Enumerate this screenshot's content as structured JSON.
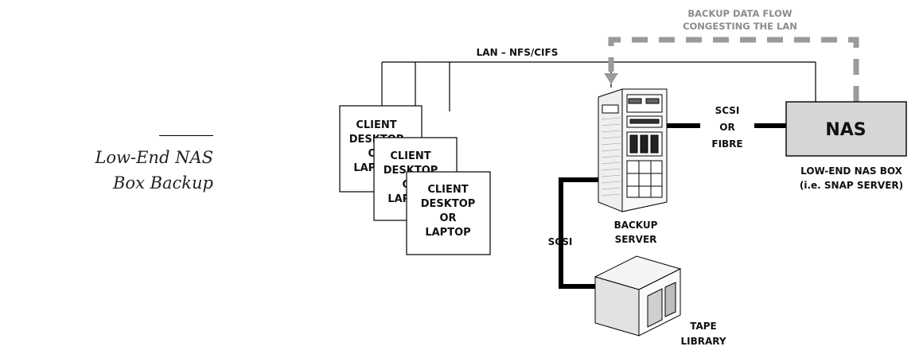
{
  "caption": {
    "line1": "Low-End NAS",
    "line2": "Box Backup"
  },
  "labels": {
    "lan": "LAN – NFS/CIFS",
    "backup_flow_1": "BACKUP DATA FLOW",
    "backup_flow_2": "CONGESTING THE LAN",
    "scsi_fibre_1": "SCSI",
    "scsi_fibre_2": "OR",
    "scsi_fibre_3": "FIBRE",
    "nas": "NAS",
    "nas_box_1": "LOW-END NAS BOX",
    "nas_box_2": "(i.e. SNAP SERVER)",
    "backup_server_1": "BACKUP",
    "backup_server_2": "SERVER",
    "scsi": "SCSI",
    "tape_1": "TAPE",
    "tape_2": "LIBRARY"
  },
  "clients": [
    {
      "l1": "CLIENT",
      "l2": "DESKTOP",
      "l3": "OR",
      "l4": "LAPTOP"
    },
    {
      "l1": "CLIENT",
      "l2": "DESKTOP",
      "l3": "OR",
      "l4": "LAPTOP"
    },
    {
      "l1": "CLIENT",
      "l2": "DESKTOP",
      "l3": "OR",
      "l4": "LAPTOP"
    }
  ],
  "colors": {
    "dashed_flow": "#9a9a9a",
    "nas_fill": "#d6d6d6",
    "line": "#000000"
  }
}
